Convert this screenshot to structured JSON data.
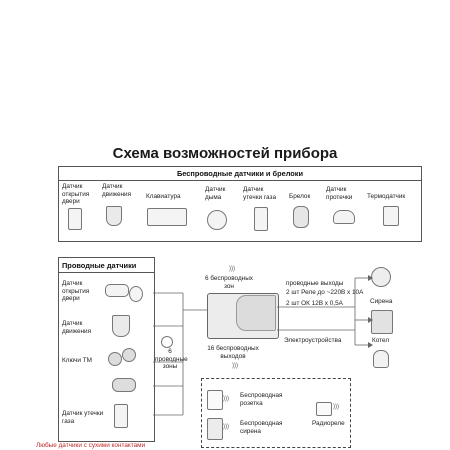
{
  "title": "Схема возможностей прибора",
  "wireless": {
    "header": "Беспроводные датчики и брелоки",
    "items": [
      "Датчик открытия двери",
      "Датчик движения",
      "Клавиатура",
      "Датчик дыма",
      "Датчик утечки газа",
      "Брелок",
      "Датчик протечки",
      "Термодатчик"
    ]
  },
  "wired": {
    "header": "Проводные датчики",
    "items": [
      "Датчик открытия двери",
      "Датчик движения",
      "Ключи ТМ",
      "Датчик утечки газа"
    ],
    "note": "Любые датчики с сухими контактами"
  },
  "zones_wired": "6 проводные зоны",
  "zones_wireless": "6 беспроводных зон",
  "wired_outputs": {
    "header": "проводные выходы",
    "line1": "2 шт Реле до ~220В х 10А",
    "line2": "2 шт ОК 12В х 0,5А"
  },
  "wireless_outputs": "16 беспроводных выходов",
  "appliances": "Электроустройства",
  "siren": "Сирена",
  "boiler": "Котел",
  "socket": "Беспроводная розетка",
  "wsiren": "Беспроводная сирена",
  "relay": "Радиореле"
}
